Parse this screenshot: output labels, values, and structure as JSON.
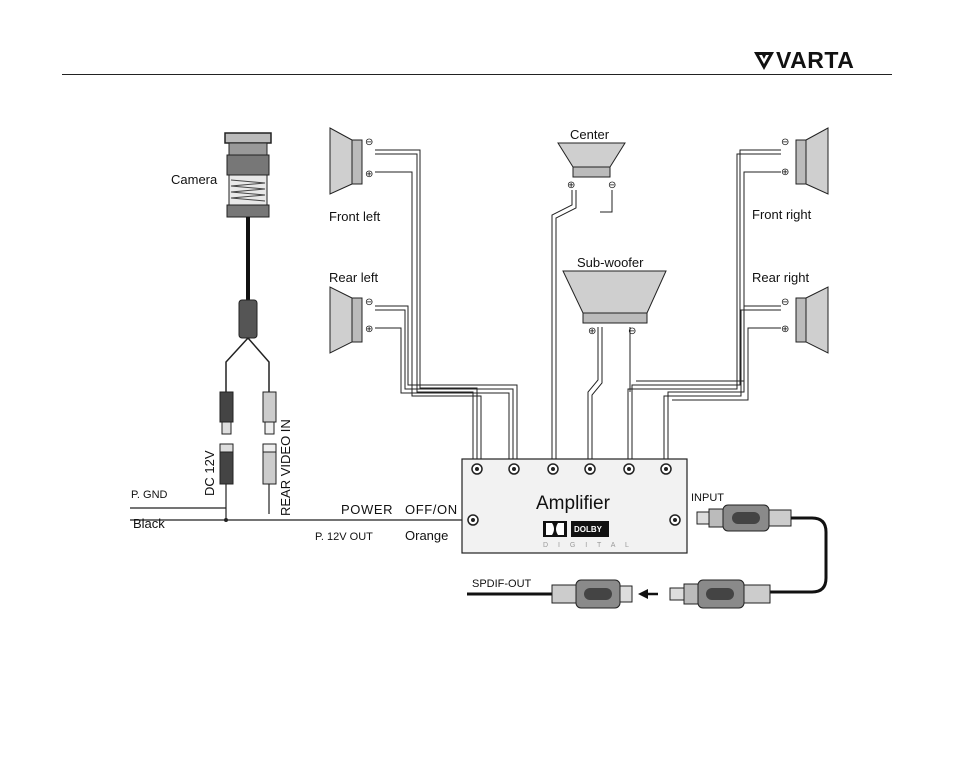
{
  "header": {
    "brand": "VARTA"
  },
  "labels": {
    "camera": "Camera",
    "center": "Center",
    "front_left": "Front left",
    "front_right": "Front right",
    "rear_left": "Rear left",
    "rear_right": "Rear right",
    "subwoofer": "Sub-woofer",
    "amplifier": "Amplifier",
    "power": "POWER",
    "off_on": "OFF/ON",
    "dc12v": "DC 12V",
    "rear_video_in": "REAR VIDEO IN",
    "p_gnd": "P. GND",
    "black": "Black",
    "p12v_out": "P. 12V OUT",
    "orange": "Orange",
    "input": "INPUT",
    "spdif_out": "SPDIF-OUT",
    "dolby": "DOLBY",
    "digital": "D I G I T A L"
  },
  "symbols": {
    "minus": "⊖",
    "plus": "⊕"
  },
  "colors": {
    "speaker_fill": "#cfcfcf",
    "wire": "#222222",
    "connector_grey": "#8a8a8a"
  }
}
